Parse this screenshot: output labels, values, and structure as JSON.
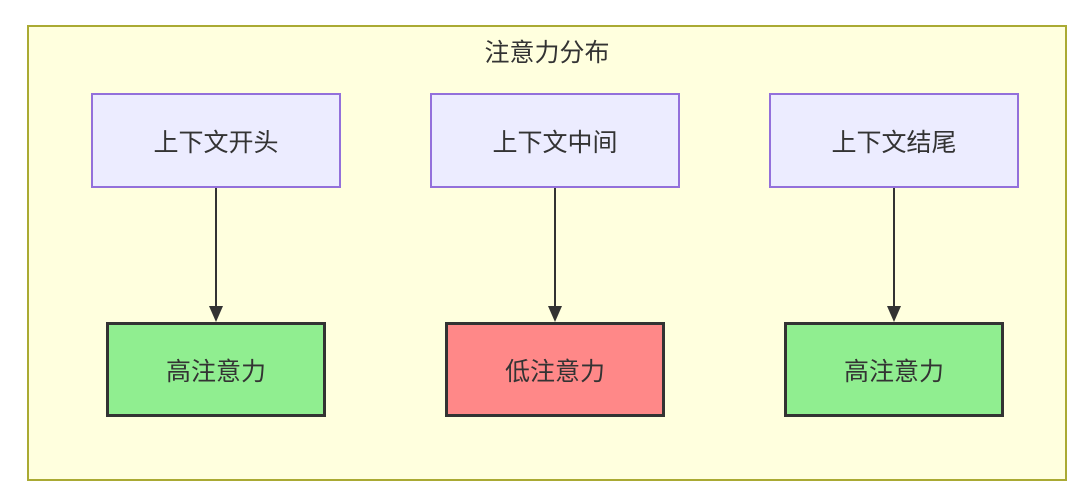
{
  "diagram": {
    "title": "注意力分布",
    "type": "flowchart",
    "columns": [
      {
        "source": "上下文开头",
        "result": "高注意力",
        "attention": "high"
      },
      {
        "source": "上下文中间",
        "result": "低注意力",
        "attention": "low"
      },
      {
        "source": "上下文结尾",
        "result": "高注意力",
        "attention": "high"
      }
    ],
    "colors": {
      "canvas_fill": "#ffffde",
      "canvas_border": "#aaaa33",
      "source_node_fill": "#ececff",
      "source_node_border": "#9370db",
      "high_attention_fill": "#90ee90",
      "low_attention_fill": "#ff8888",
      "result_node_border": "#333333",
      "arrow_color": "#333333",
      "text_color": "#333333"
    }
  }
}
